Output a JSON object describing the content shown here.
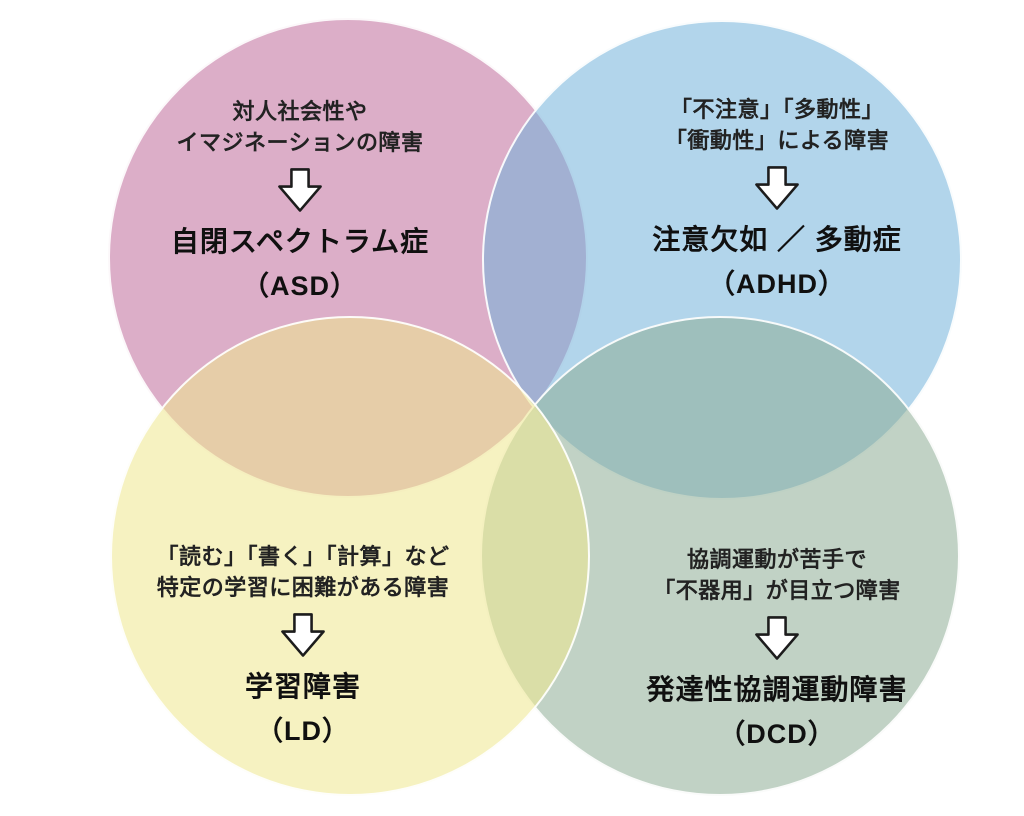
{
  "figure": {
    "type": "venn-diagram",
    "background": "#ffffff",
    "circles": [
      {
        "id": "asd",
        "color_name": "pink",
        "fill": "rgba(191,108,155,0.55)"
      },
      {
        "id": "adhd",
        "color_name": "blue",
        "fill": "rgba(115,179,219,0.55)"
      },
      {
        "id": "dcd",
        "color_name": "green",
        "fill": "rgba(142,173,150,0.55)"
      },
      {
        "id": "ld",
        "color_name": "yellow",
        "fill": "rgba(239,231,142,0.55)"
      }
    ],
    "quadrants": {
      "asd": {
        "desc1": "対人社会性や",
        "desc2": "イマジネーションの障害",
        "title": "自閉スペクトラム症",
        "abbr": "（ASD）"
      },
      "adhd": {
        "desc1": "「不注意」「多動性」",
        "desc2": "「衝動性」による障害",
        "title": "注意欠如 ／ 多動症",
        "abbr": "（ADHD）"
      },
      "ld": {
        "desc1": "「読む」「書く」「計算」など",
        "desc2": "特定の学習に困難がある障害",
        "title": "学習障害",
        "abbr": "（LD）"
      },
      "dcd": {
        "desc1": "協調運動が苦手で",
        "desc2": "「不器用」が目立つ障害",
        "title": "発達性協調運動障害",
        "abbr": "（DCD）"
      }
    }
  }
}
